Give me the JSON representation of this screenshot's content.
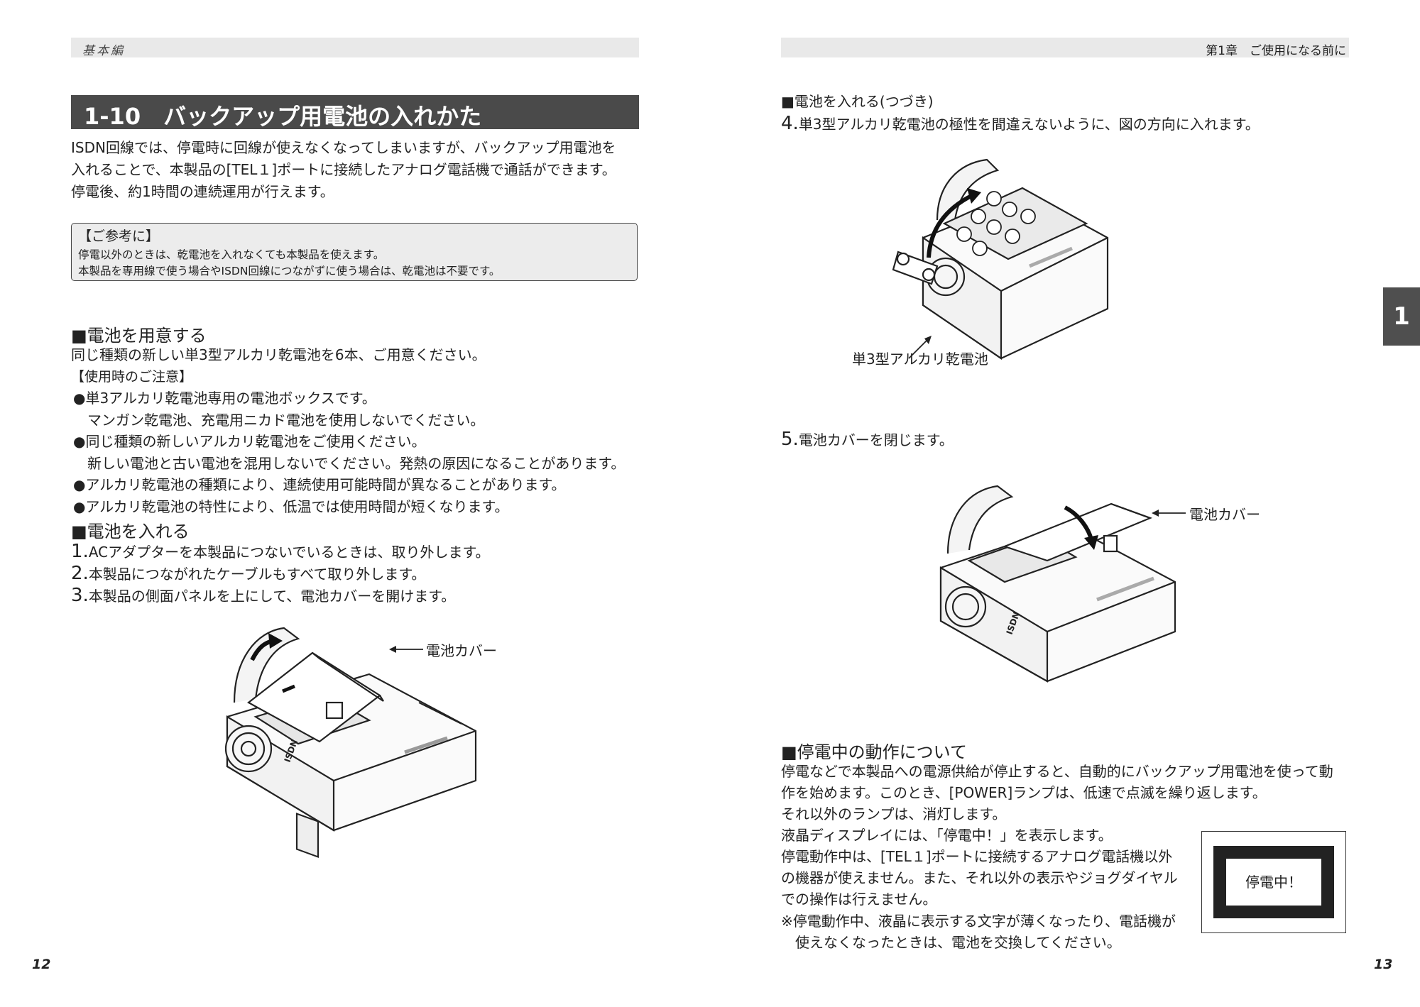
{
  "header": {
    "left_text": "基本編",
    "right_text": "第1章　ご使用になる前に"
  },
  "left_page": {
    "title": "1-10　バックアップ用電池の入れかた",
    "intro": [
      "ISDN回線では、停電時に回線が使えなくなってしまいますが、バックアップ用電池を",
      "入れることで、本製品の[TEL１]ポートに接続したアナログ電話機で通話ができます。",
      "停電後、約1時間の連続運用が行えます。"
    ],
    "note": {
      "title": "【ご参考に】",
      "lines": [
        "停電以外のときは、乾電池を入れなくても本製品を使えます。",
        "本製品を専用線で使う場合やISDN回線につながずに使う場合は、乾電池は不要です。"
      ]
    },
    "prepare": {
      "heading": "■電池を用意する",
      "text": "同じ種類の新しい単3型アルカリ乾電池を6本、ご用意ください。",
      "caution_title": "【使用時のご注意】",
      "bullets": [
        "●単3アルカリ乾電池専用の電池ボックスです。",
        "　マンガン乾電池、充電用ニカド電池を使用しないでください。",
        "●同じ種類の新しいアルカリ乾電池をご使用ください。",
        "　新しい電池と古い電池を混用しないでください。発熱の原因になることがあります。",
        "●アルカリ乾電池の種類により、連続使用可能時間が異なることがあります。",
        "●アルカリ乾電池の特性により、低温では使用時間が短くなります。"
      ]
    },
    "insert": {
      "heading": "■電池を入れる",
      "steps": [
        {
          "num": "1.",
          "text": "ACアダプターを本製品につないでいるときは、取り外します。"
        },
        {
          "num": "2.",
          "text": "本製品につながれたケーブルもすべて取り外します。"
        },
        {
          "num": "3.",
          "text": "本製品の側面パネルを上にして、電池カバーを開けます。"
        }
      ]
    },
    "figure_label": "電池カバー",
    "device_brand": "ISDN",
    "page_number": "12"
  },
  "right_page": {
    "cont_heading": "■電池を入れる(つづき)",
    "step4": {
      "num": "4.",
      "text": "単3型アルカリ乾電池の極性を間違えないように、図の方向に入れます。"
    },
    "battery_label": "単3型アルカリ乾電池",
    "step5": {
      "num": "5.",
      "text": "電池カバーを閉じます。"
    },
    "figure_label": "電池カバー",
    "device_brand": "ISDN",
    "outage": {
      "heading": "■停電中の動作について",
      "lines": [
        "停電などで本製品への電源供給が停止すると、自動的にバックアップ用電池を使って動",
        "作を始めます。このとき、[POWER]ランプは、低速で点滅を繰り返します。",
        "それ以外のランプは、消灯します。",
        "液晶ディスプレイには、「停電中！」を表示します。",
        "停電動作中は、[TEL１]ポートに接続するアナログ電話機以外",
        "の機器が使えません。また、それ以外の表示やジョグダイヤル",
        "での操作は行えません。",
        "※停電動作中、液晶に表示する文字が薄くなったり、電話機が",
        "　使えなくなったときは、電池を交換してください。"
      ],
      "lcd_text": "停電中！"
    },
    "chapter_tab": "1",
    "page_number": "13"
  }
}
